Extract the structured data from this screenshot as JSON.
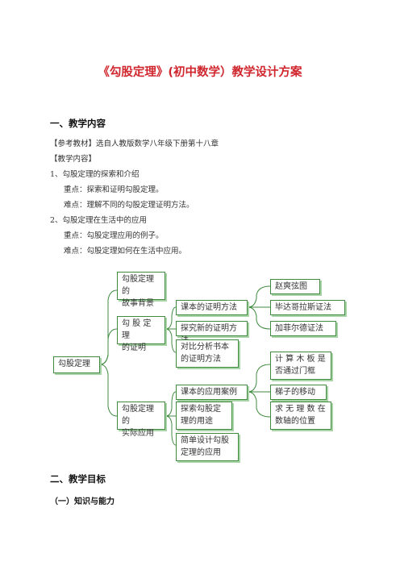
{
  "title": "《勾股定理》(初中数学）教学设计方案",
  "section1": {
    "heading": "一、教学内容",
    "ref": "【参考教材】选自人教版数学八年级下册第十八章",
    "content_label": "【教学内容】",
    "item1": "1、勾股定理的探索和介绍",
    "item1_key": "重点：探索和证明勾股定理。",
    "item1_diff": "难点：理解不同的勾股定理证明方法。",
    "item2": "2、勾股定理在生活中的应用",
    "item2_key": "重点：勾股定理应用的例子。",
    "item2_diff": "难点：勾股定理如何在生活中应用。"
  },
  "mindmap": {
    "root": "勾股定理",
    "story": [
      "勾股定理的",
      "故事背景"
    ],
    "proof": [
      "勾 股 定 理",
      "的证明"
    ],
    "application": [
      "勾股定理的",
      "实际应用"
    ],
    "textbook_proof": "课本的证明方法",
    "explore_proof": "探究新的证明方法",
    "compare_proof": [
      "对比分析书本",
      "的证明方法"
    ],
    "zhao": "赵爽弦图",
    "pythagoras": "毕达哥拉斯证法",
    "garfield": "加菲尔德证法",
    "textbook_case": "课本的应用案例",
    "explore_use": [
      "探索勾股定",
      "理的用途"
    ],
    "design_use": [
      "简单设计勾股",
      "定理的应用"
    ],
    "board": [
      "计 算 木 板 是",
      "否通过门框"
    ],
    "ladder": "梯子的移动",
    "axis": [
      "求 无 理 数 在",
      "数轴的位置"
    ]
  },
  "section2": {
    "heading": "二、教学目标",
    "sub1": "（一）知识与能力"
  }
}
